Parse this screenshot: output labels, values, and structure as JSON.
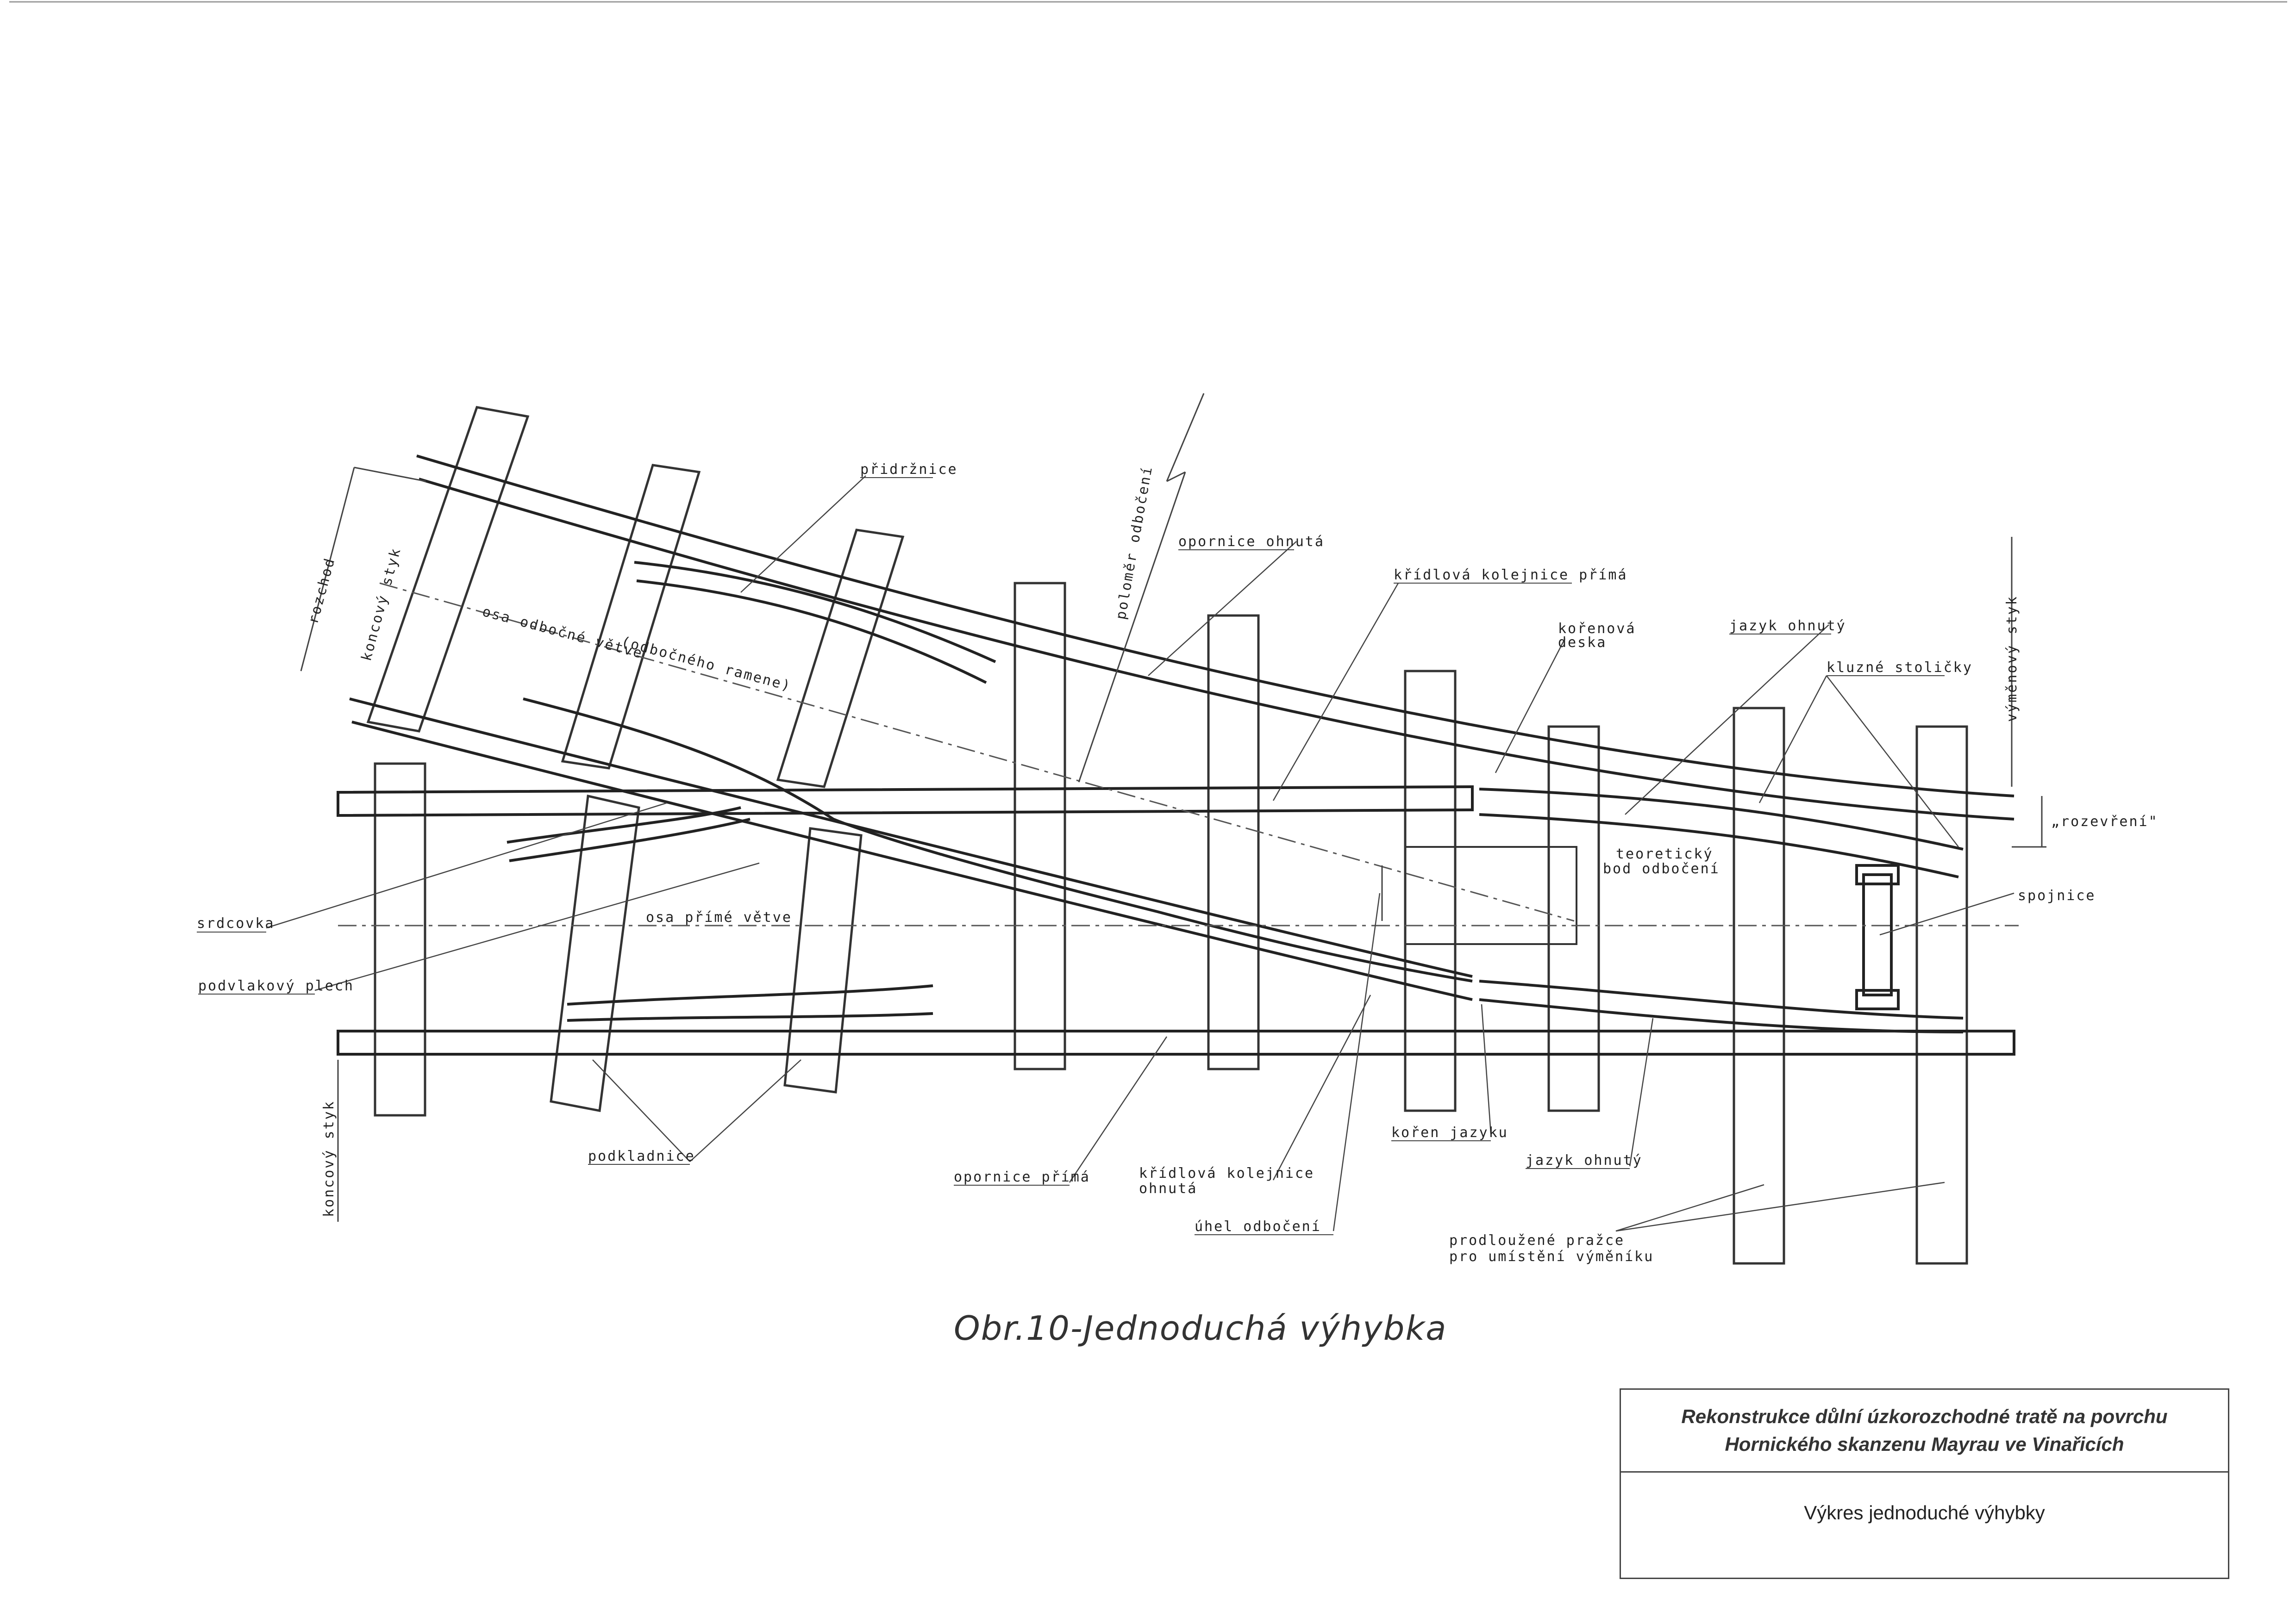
{
  "caption": "Obr.10-Jednoduchá  výhybka",
  "labels": {
    "pridrznice": "přidržnice",
    "opornice_ohnuta": "opornice ohnutá",
    "polomer_odboceni": "poloměr odbočení",
    "kridlova_kolejnice_prima": "křídlová kolejnice přímá",
    "korenova": "kořenová",
    "deska": "deska",
    "jazyk_ohnuty_top": "jazyk ohnutý",
    "kluzne_stolicky": "kluzné stoličky",
    "vymenovy_styk": "výměnový styk",
    "rozevreni": "„rozevření\"",
    "teoreticky": "teoretický",
    "bod_odboceni": "bod odbočení",
    "spojnice": "spojnice",
    "rozchod": "rozchod",
    "koncovy_styk_top": "koncový styk",
    "osa_odbocne_vetve": "osa odbočné větve",
    "odbocneho_ramene": "(odbočného ramene)",
    "srdcovka": "srdcovka",
    "podvlakovy_plech": "podvlakový plech",
    "osa_prime_vetve": "osa přímé větve",
    "podkladnice": "podkladnice",
    "opornice_prima": "opornice přímá",
    "kridlova_kolejnice": "křídlová kolejnice",
    "ohnuta": "ohnutá",
    "uhel_odboceni": "úhel odbočení",
    "koren_jazyku": "kořen jazyku",
    "jazyk_ohnuty_bottom": "jazyk ohnutý",
    "prodlouzene_prazce": "prodloužené pražce",
    "pro_umisteni_vymeniku": "pro umístění výměníku",
    "koncovy_styk_bottom": "koncový styk"
  },
  "titleblock": {
    "title_line1": "Rekonstrukce důlní úzkorozchodné tratě na povrchu",
    "title_line2": "Hornického skanzenu Mayrau ve Vinařicích",
    "subtitle": "Výkres jednoduché výhybky"
  }
}
